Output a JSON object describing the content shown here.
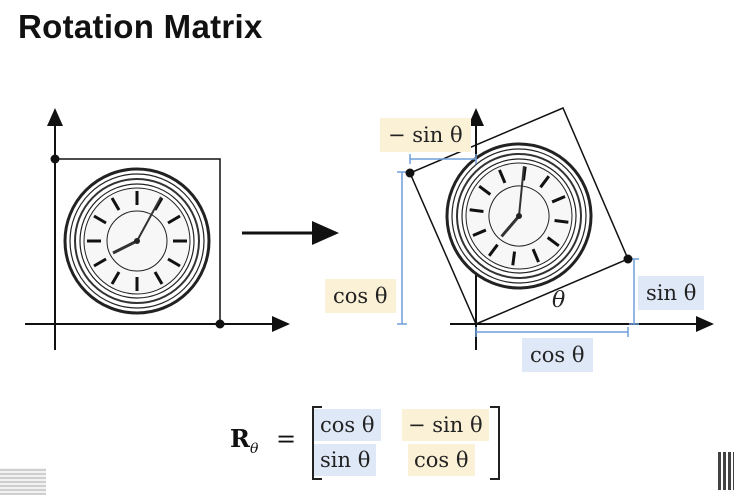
{
  "title": "Rotation Matrix",
  "labels": {
    "neg_sin_top": "− sin θ",
    "cos_left": "cos θ",
    "sin_right": "sin θ",
    "cos_bottom": "cos θ",
    "theta": "θ"
  },
  "formula": {
    "lhs_symbol": "R",
    "lhs_subscript": "θ",
    "equals": "=",
    "m11": "cos θ",
    "m12": "− sin θ",
    "m21": "sin θ",
    "m22": "cos θ"
  },
  "colors": {
    "yellow_highlight": "#fbf1d6",
    "blue_highlight": "#dfe8f7",
    "guide_blue": "#6f9fd8"
  }
}
